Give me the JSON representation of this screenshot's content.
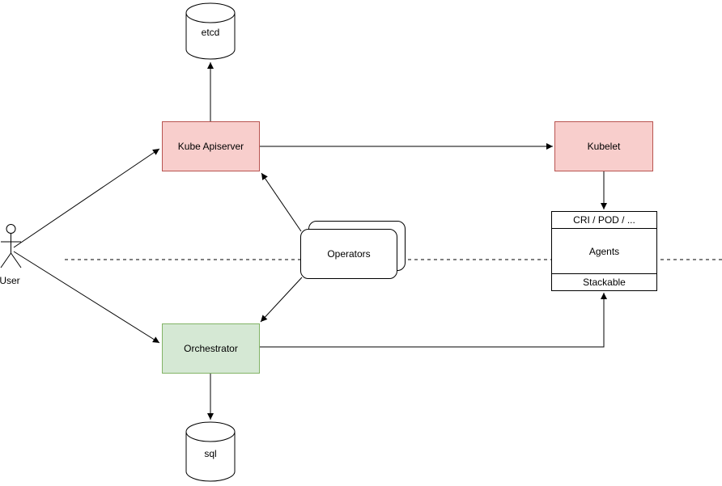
{
  "diagram": {
    "kind": "architecture-diagram",
    "nodes": {
      "etcd": {
        "label": "etcd",
        "shape": "cylinder"
      },
      "kube_apiserver": {
        "label": "Kube Apiserver",
        "shape": "rect"
      },
      "kubelet": {
        "label": "Kubelet",
        "shape": "rect"
      },
      "operators": {
        "label": "Operators",
        "shape": "stacked-rounded-rect"
      },
      "orchestrator": {
        "label": "Orchestrator",
        "shape": "rect"
      },
      "agents_stack": {
        "header": "CRI / POD / ...",
        "body": "Agents",
        "footer": "Stackable",
        "shape": "divided-rect"
      },
      "sql": {
        "label": "sql",
        "shape": "cylinder"
      },
      "user": {
        "label": "User",
        "shape": "actor"
      }
    },
    "edges": [
      {
        "from": "User",
        "to": "Kube Apiserver",
        "style": "solid-arrow"
      },
      {
        "from": "User",
        "to": "Orchestrator",
        "style": "solid-arrow"
      },
      {
        "from": "Kube Apiserver",
        "to": "etcd",
        "style": "solid-arrow"
      },
      {
        "from": "Kube Apiserver",
        "to": "Kubelet",
        "style": "solid-arrow"
      },
      {
        "from": "Kubelet",
        "to": "CRI / POD / ...",
        "style": "solid-arrow"
      },
      {
        "from": "Operators",
        "to": "Kube Apiserver",
        "style": "solid-arrow"
      },
      {
        "from": "Operators",
        "to": "Orchestrator",
        "style": "solid-arrow"
      },
      {
        "from": "Orchestrator",
        "to": "Stackable",
        "style": "solid-arrow-elbow"
      },
      {
        "from": "Orchestrator",
        "to": "sql",
        "style": "solid-arrow"
      },
      {
        "name": "boundary-line",
        "style": "dashed-horizontal-line"
      }
    ],
    "colors": {
      "red_node_fill": "#F8CECC",
      "red_node_stroke": "#B85450",
      "green_node_fill": "#D5E8D4",
      "green_node_stroke": "#82B366",
      "line": "#000000",
      "background": "#FFFFFF"
    }
  }
}
